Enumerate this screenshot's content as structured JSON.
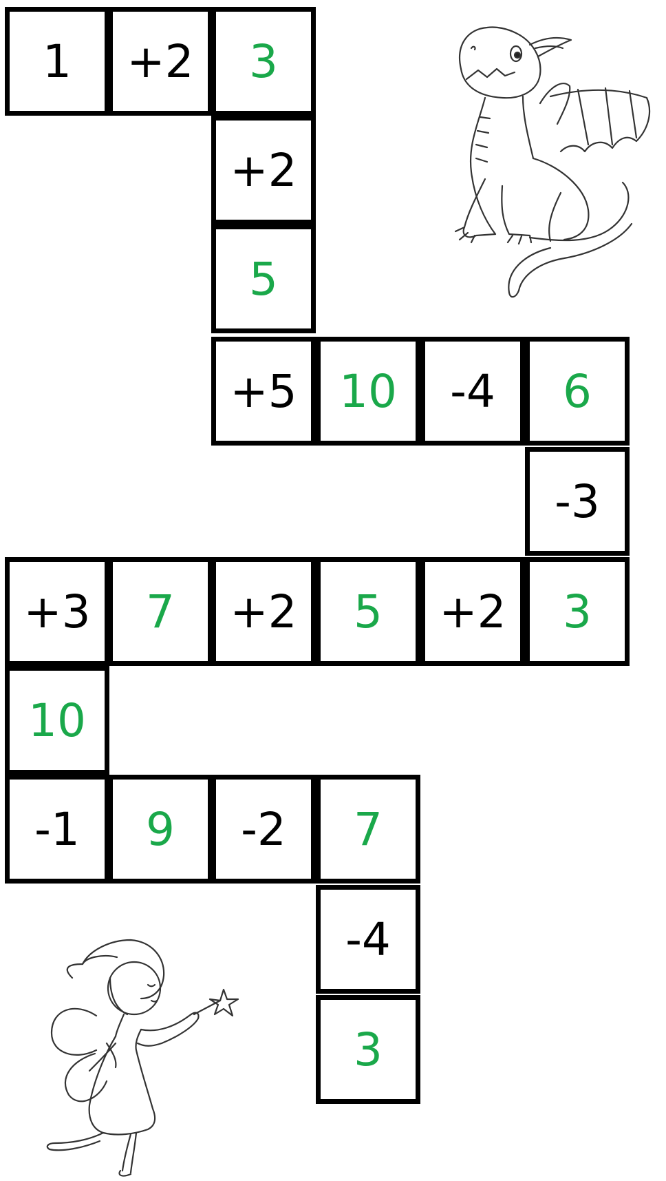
{
  "puzzle": {
    "cells": [
      {
        "text": "1",
        "kind": "start"
      },
      {
        "text": "+2",
        "kind": "op"
      },
      {
        "text": "3",
        "kind": "value"
      },
      {
        "text": "+2",
        "kind": "op"
      },
      {
        "text": "5",
        "kind": "value"
      },
      {
        "text": "+5",
        "kind": "op"
      },
      {
        "text": "10",
        "kind": "value"
      },
      {
        "text": "-4",
        "kind": "op"
      },
      {
        "text": "6",
        "kind": "value"
      },
      {
        "text": "-3",
        "kind": "op"
      },
      {
        "text": "3",
        "kind": "value"
      },
      {
        "text": "+2",
        "kind": "op"
      },
      {
        "text": "5",
        "kind": "value"
      },
      {
        "text": "+2",
        "kind": "op"
      },
      {
        "text": "7",
        "kind": "value"
      },
      {
        "text": "+3",
        "kind": "op"
      },
      {
        "text": "10",
        "kind": "value"
      },
      {
        "text": "-1",
        "kind": "op"
      },
      {
        "text": "9",
        "kind": "value"
      },
      {
        "text": "-2",
        "kind": "op"
      },
      {
        "text": "7",
        "kind": "value"
      },
      {
        "text": "-4",
        "kind": "op"
      },
      {
        "text": "3",
        "kind": "value"
      }
    ]
  },
  "colors": {
    "answer": "#1aa84a",
    "operation": "#000000",
    "grid_line": "#000000"
  },
  "illustrations": {
    "dragon": "dragon-icon",
    "fairy": "fairy-icon"
  }
}
